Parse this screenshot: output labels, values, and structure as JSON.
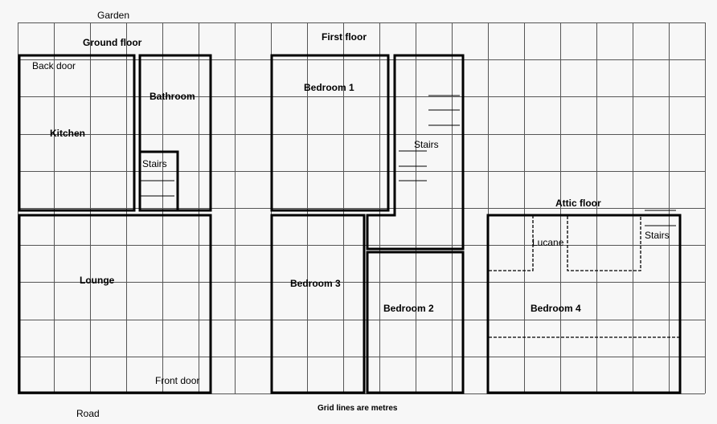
{
  "labels": {
    "garden": "Garden",
    "road": "Road",
    "footer": "Grid lines are metres",
    "ground_floor": {
      "title": "Ground floor",
      "back_door": "Back door",
      "kitchen": "Kitchen",
      "bathroom": "Bathroom",
      "stairs": "Stairs",
      "lounge": "Lounge",
      "front_door": "Front door"
    },
    "first_floor": {
      "title": "First floor",
      "bedroom1": "Bedroom 1",
      "stairs": "Stairs",
      "bedroom3": "Bedroom 3",
      "bedroom2": "Bedroom 2"
    },
    "attic_floor": {
      "title": "Attic floor",
      "lucane": "Lucane",
      "stairs": "Stairs",
      "bedroom4": "Bedroom 4"
    }
  },
  "grid": {
    "columns_m": 19,
    "rows_m": 10
  }
}
